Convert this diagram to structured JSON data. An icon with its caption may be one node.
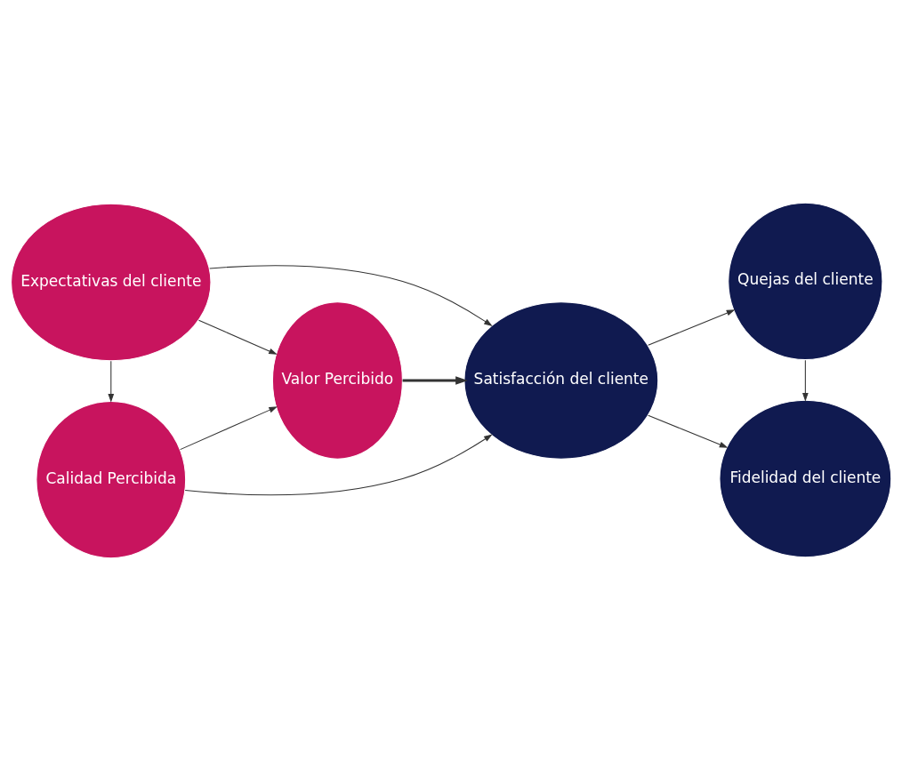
{
  "diagram": {
    "nodes": [
      {
        "text": [
          "Calidad Percibida"
        ]
      },
      {
        "text": [
          "Valor Percibido"
        ]
      },
      {
        "text": [
          "Expectativas del cliente"
        ]
      },
      {
        "text": [
          "Satisfacción del cliente"
        ]
      },
      {
        "text": [
          "Quejas del cliente"
        ]
      },
      {
        "text": [
          "Fidelidad del cliente"
        ]
      }
    ],
    "edges": [
      {
        "from": 0,
        "to": 3,
        "arrow": "to"
      },
      {
        "from": 0,
        "to": 1,
        "arrow": "to"
      },
      {
        "from": 2,
        "to": 0,
        "arrow": "to"
      },
      {
        "from": 2,
        "to": 1,
        "arrow": "to"
      },
      {
        "from": 2,
        "to": 3,
        "arrow": "to"
      },
      {
        "from": 1,
        "to": 3,
        "arrow": "to",
        "style": "thick"
      },
      {
        "from": 3,
        "to": 4,
        "arrow": "to"
      },
      {
        "from": 3,
        "to": 5,
        "arrow": "to"
      },
      {
        "from": 4,
        "to": 5,
        "arrow": "to"
      }
    ]
  }
}
